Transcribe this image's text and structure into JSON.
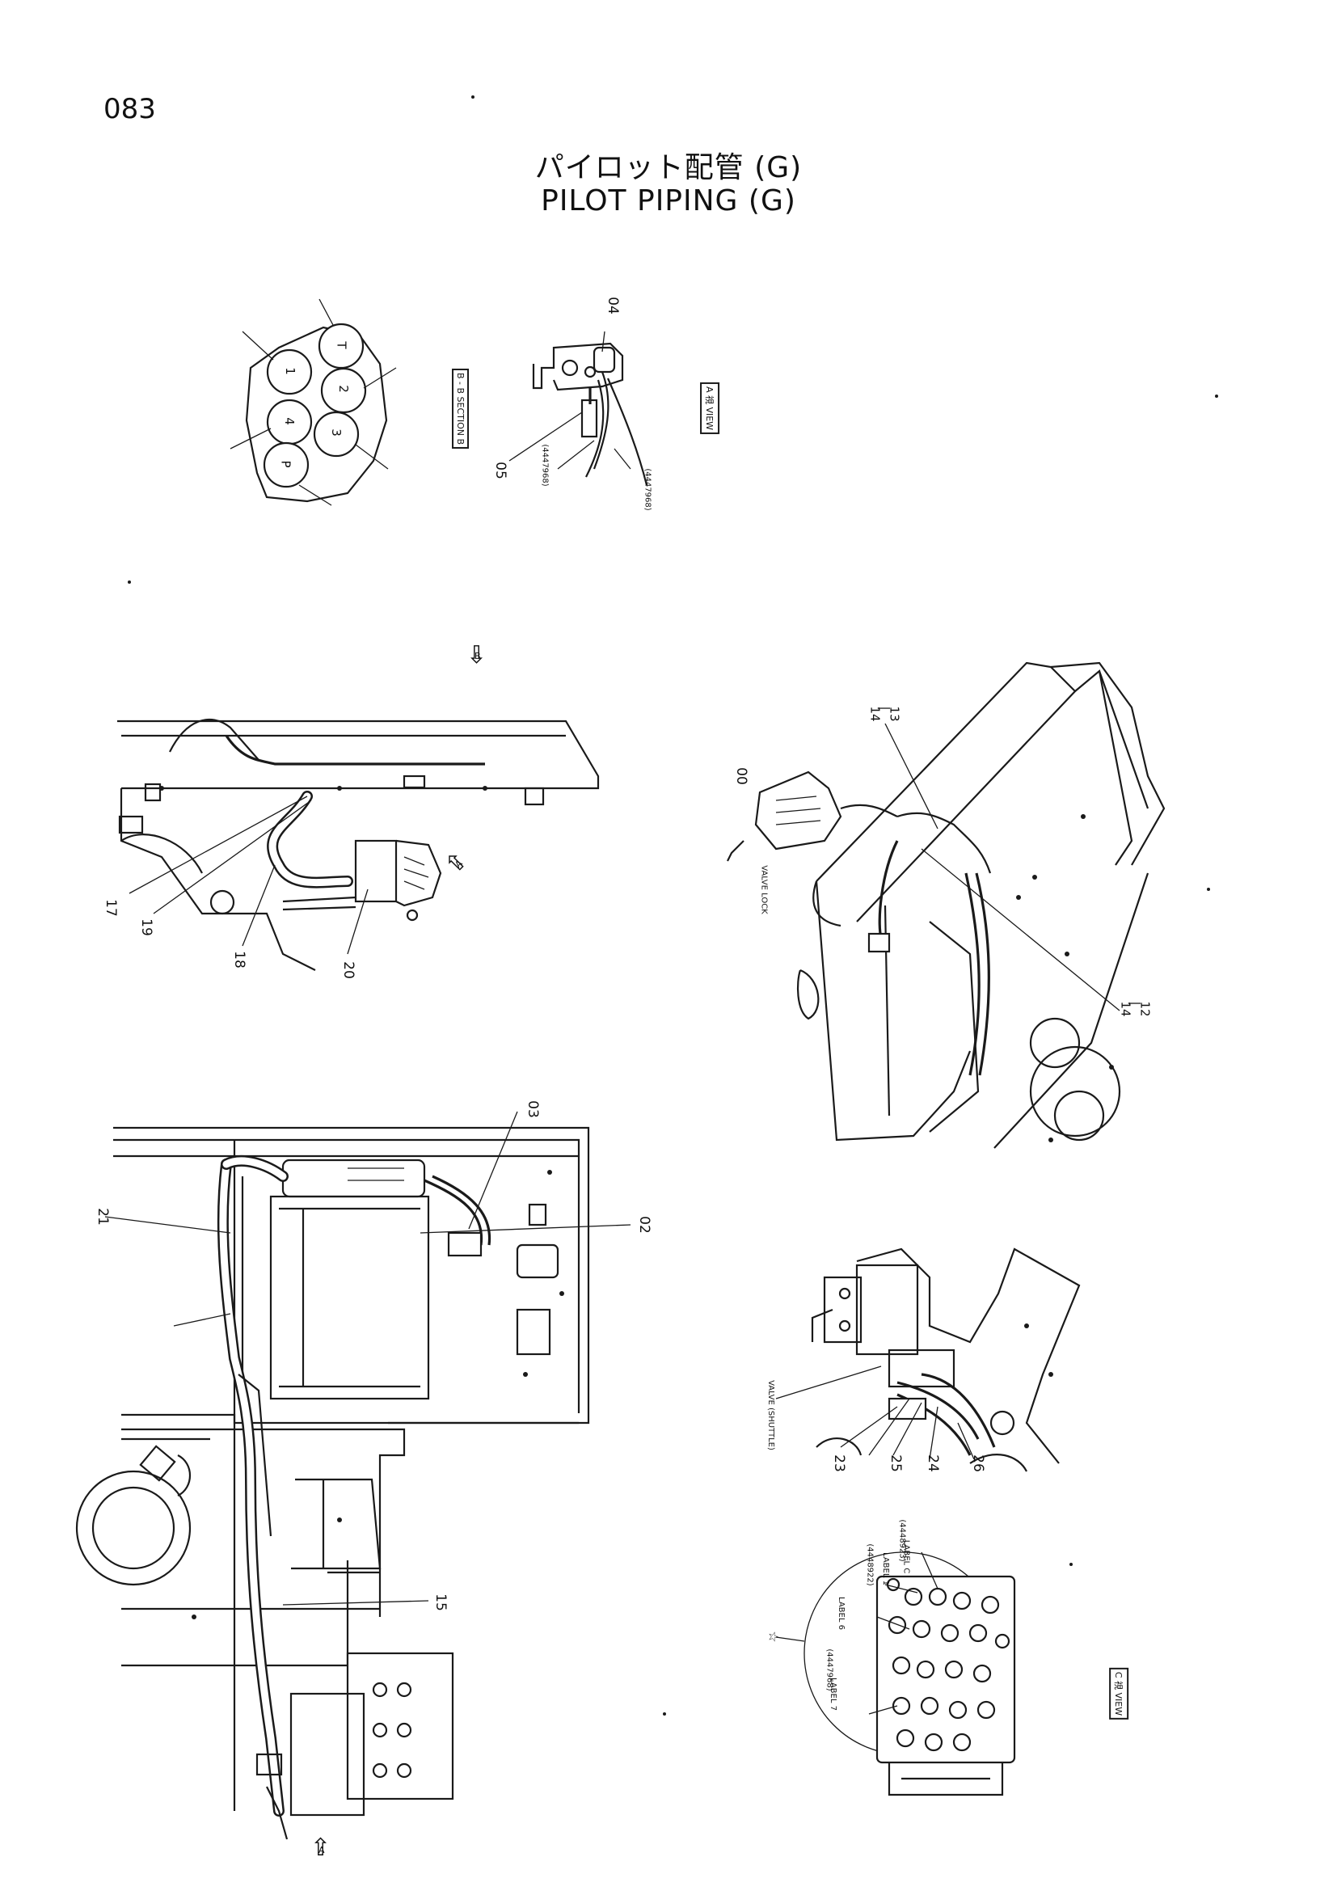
{
  "page_number": "083",
  "title_jp": "パイロット配管 (G)",
  "title_en": "PILOT PIPING (G)",
  "view_labels": {
    "section_b": "B - B SECTION B",
    "view_a": "A 視 VIEW",
    "view_c": "C 視 VIEW"
  },
  "port_labels": [
    "T",
    "1",
    "2",
    "4",
    "3",
    "P"
  ],
  "section_marks": [
    "B",
    "A",
    "A",
    "B"
  ],
  "part_numbers": {
    "p00": "00",
    "p02": "02",
    "p03": "03",
    "p04": "04",
    "p05": "05",
    "p12": "12\n|\n14",
    "p13": "13\n|\n14",
    "p15": "15",
    "p17": "17",
    "p18": "18",
    "p19": "19",
    "p20": "20",
    "p21": "21",
    "p23": "23",
    "p24": "24",
    "p25": "25",
    "p26": "26"
  },
  "callout_texts": {
    "code_1": "(4447968)",
    "code_2": "(4447968)",
    "code_3": "(4447968)",
    "code_4": "(4448922)",
    "code_5": "(4448923)",
    "valve_lock": "VALVE LOCK",
    "valve_label": "VALVE (SHUTTLE)",
    "label_6": "LABEL 6",
    "label_7": "LABEL 7",
    "label_1": "LABEL 1",
    "label_c": "LABEL C"
  },
  "star_mark": "☆"
}
